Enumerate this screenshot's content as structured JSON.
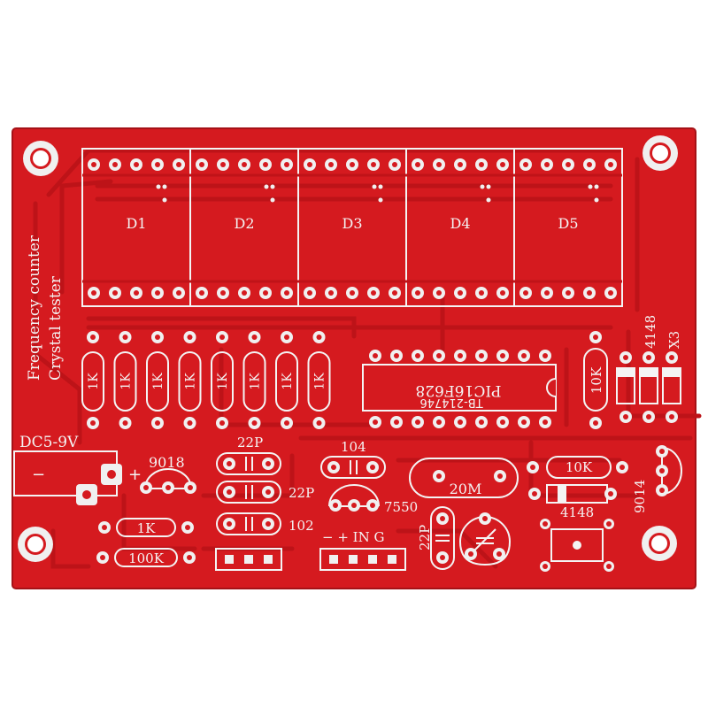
{
  "board": {
    "title_line1": "Frequency counter",
    "title_line2": "Crystal tester",
    "colors": {
      "pcb": "#d51a1f",
      "pcb_dark": "#b9141a",
      "trace": "#bf1419",
      "silk": "#f4f4f4",
      "pad": "#f0f0f0",
      "background": "#ffffff"
    }
  },
  "displays": [
    "D1",
    "D2",
    "D3",
    "D4",
    "D5"
  ],
  "resistors_top": [
    "1K",
    "1K",
    "1K",
    "1K",
    "1K",
    "1K",
    "1K",
    "1K"
  ],
  "ic": {
    "part": "PIC16F628",
    "board_code": "TB-214746"
  },
  "labels": {
    "r_right": "10K",
    "diode_top": "4148",
    "crystal_x3": "X3",
    "power": "DC5-9V",
    "power_minus": "−",
    "power_plus": "+",
    "transistor_1": "9018",
    "cap_22p_top": "22P",
    "cap_22p_mid": "22P",
    "cap_102": "102",
    "cap_104": "104",
    "reg_7550": "7550",
    "input": "− + IN G",
    "crystal_20m": "20M",
    "cap_22p_vert": "22P",
    "r_10k_bottom": "10K",
    "diode_bottom": "4148",
    "transistor_2": "9014",
    "r_1k_bottom": "1K",
    "r_100k": "100K"
  }
}
